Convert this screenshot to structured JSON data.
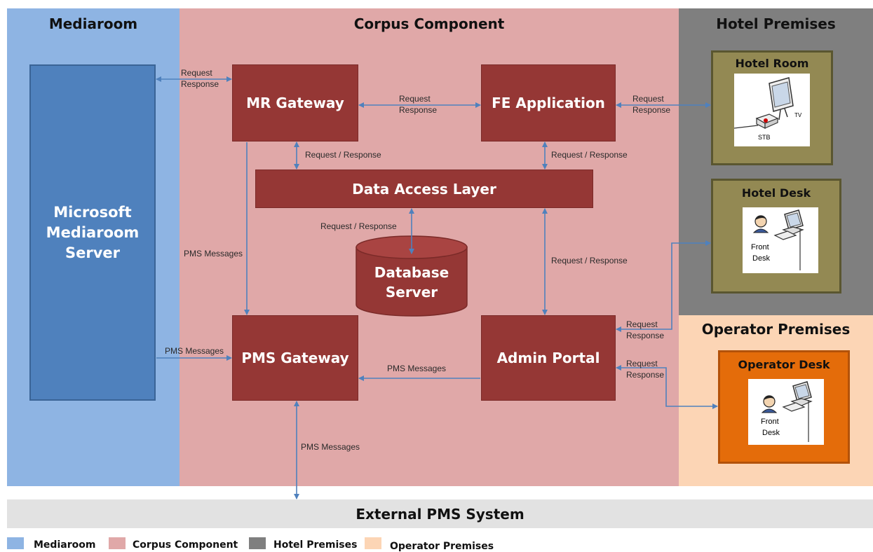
{
  "colors": {
    "mediaroom": "#8eb4e3",
    "corpus": "#e0a8a8",
    "hotel": "#7f7f7f",
    "operator": "#fcd5b5",
    "component": "#953735",
    "server_blue": "#4f81bd",
    "hotel_panel": "#938953",
    "operator_panel": "#e46c0a",
    "arrow": "#4f81bd"
  },
  "regions": {
    "mediaroom": "Mediaroom",
    "corpus": "Corpus Component",
    "hotel": "Hotel Premises",
    "operator": "Operator Premises"
  },
  "nodes": {
    "mediaroom_server": [
      "Microsoft",
      "Mediaroom",
      "Server"
    ],
    "mr_gateway": "MR Gateway",
    "fe_application": "FE Application",
    "data_access_layer": "Data Access Layer",
    "database_server": [
      "Database",
      "Server"
    ],
    "pms_gateway": "PMS Gateway",
    "admin_portal": "Admin Portal",
    "external_pms": "External PMS System"
  },
  "panels": {
    "hotel_room": {
      "title": "Hotel Room",
      "icon_labels": [
        "TV",
        "STB"
      ]
    },
    "hotel_desk": {
      "title": "Hotel Desk",
      "icon_labels": [
        "Front",
        "Desk"
      ]
    },
    "operator_desk": {
      "title": "Operator Desk",
      "icon_labels": [
        "Front",
        "Desk"
      ]
    }
  },
  "edge_labels": {
    "request": "Request",
    "response": "Response",
    "request_response": "Request / Response",
    "pms_messages": "PMS Messages"
  },
  "legend": [
    {
      "label": "Mediaroom",
      "color": "#8eb4e3"
    },
    {
      "label": "Corpus Component",
      "color": "#e0a8a8"
    },
    {
      "label": "Hotel Premises",
      "color": "#7f7f7f"
    },
    {
      "label": "Operator Premises",
      "color": "#fcd5b5"
    }
  ]
}
